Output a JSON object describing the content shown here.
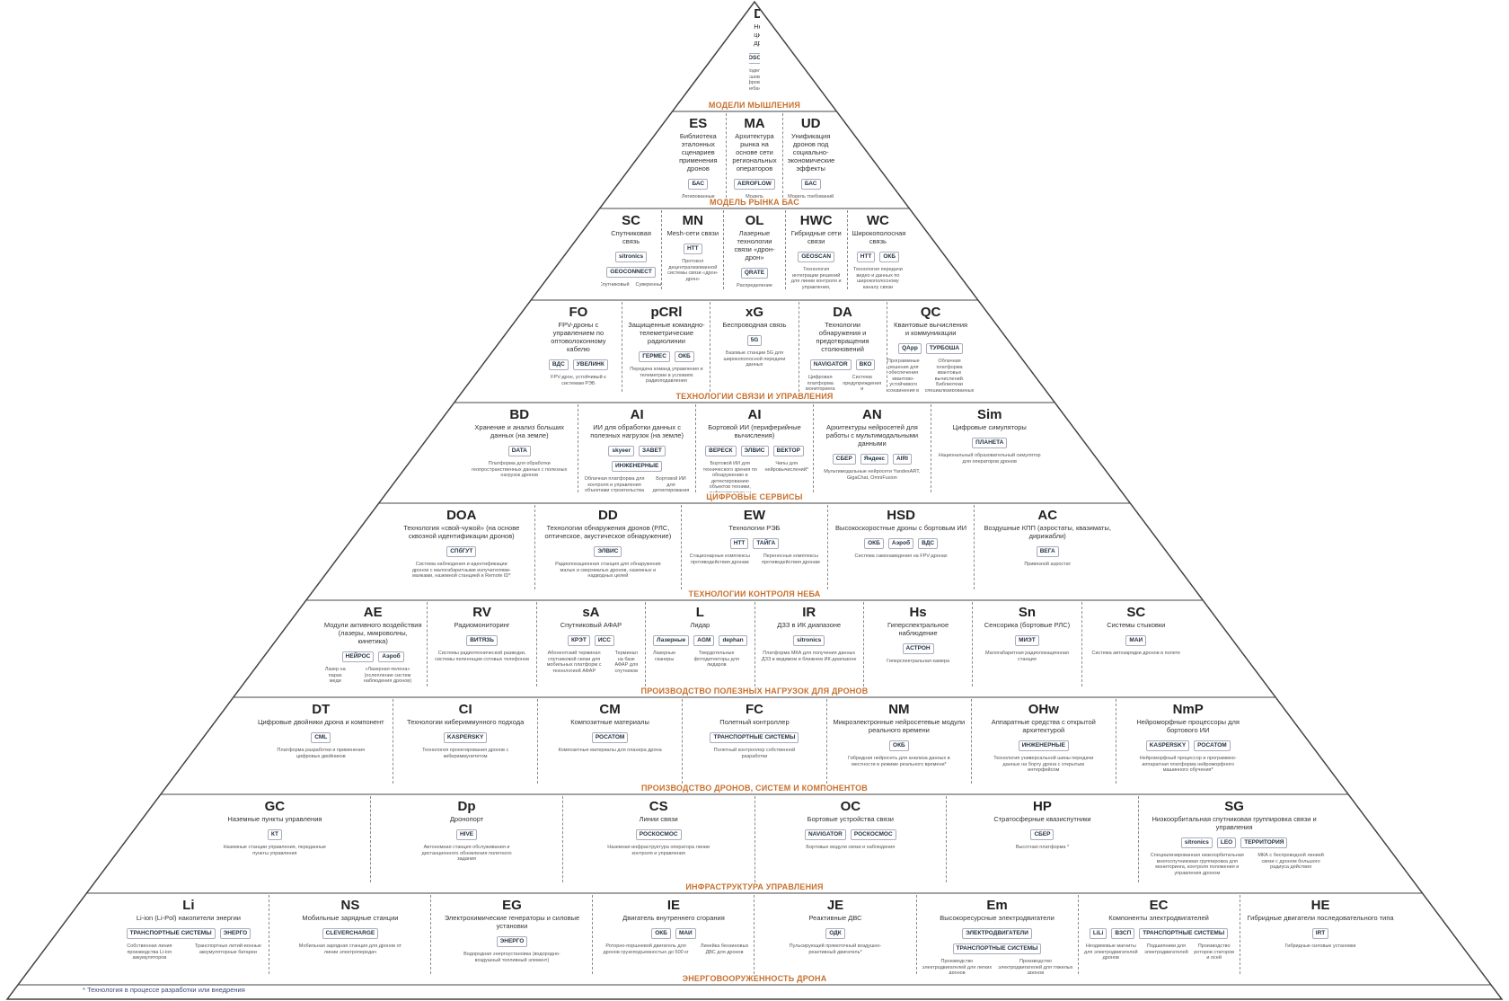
{
  "colors": {
    "outline": "#444444",
    "label": "#c8712e",
    "divider": "#8a8a8a",
    "footnote": "#3a4a7a"
  },
  "tiers": [
    {
      "label": "МОДЕЛИ МЫШЛЕНИЯ",
      "cells": [
        {
          "code": "DS",
          "desc": "Небесная цивилизация дронов",
          "logos": [
            "GEOSCAN"
          ],
          "notes": [
            "Модель «Бесшовного цифрового неба»"
          ]
        }
      ]
    },
    {
      "label": "МОДЕЛЬ РЫНКА БАС",
      "cells": [
        {
          "code": "ES",
          "desc": "Библиотека эталонных сценариев применения дронов",
          "logos": [
            "БАС"
          ],
          "notes": [
            "Легированные протоколы сценариев применения"
          ]
        },
        {
          "code": "MA",
          "desc": "Архитектура рынка на основе сети региональных операторов",
          "logos": [
            "AEROFLOW"
          ],
          "notes": [
            "Модель концессионного генератора для создания инфраструктуры автоматизированных полетов дронов"
          ]
        },
        {
          "code": "UD",
          "desc": "Унификация дронов под социально-экономические эффекты",
          "logos": [
            "БАС"
          ],
          "notes": [
            "Модель требований по унификации базовых компонентов, систем управления и связи"
          ]
        }
      ]
    },
    {
      "label": "",
      "cells": [
        {
          "code": "SC",
          "desc": "Спутниковая связь",
          "logos": [
            "sitronics",
            "GEOCONNECT"
          ],
          "notes": [
            "Спутниковый мониторинг перемещения дронов по технологии АЗН-В",
            "Суверенный протокол связи «РусTT» со спутниками и дронами*"
          ]
        },
        {
          "code": "MN",
          "desc": "Mesh-сети связи",
          "logos": [
            "НТТ"
          ],
          "notes": [
            "Протокол децентрализованной системы связи «дрон-дрон»"
          ]
        },
        {
          "code": "OL",
          "desc": "Лазерные технологии связи «дрон-дрон»",
          "logos": [
            "QRATE"
          ],
          "notes": [
            "Распределение квантовых криптографических ключей в открытом пространстве со спутниками*"
          ]
        },
        {
          "code": "HWC",
          "desc": "Гибридные сети связи",
          "logos": [
            "GEOSCAN"
          ],
          "notes": [
            "Технология интеграции решений для линии контроля и управления, командно-телеметрического канала, полезной нагрузки*"
          ]
        },
        {
          "code": "WC",
          "desc": "Широкополосная связь",
          "logos": [
            "НТТ",
            "ОКБ"
          ],
          "notes": [
            "Технология передачи видео и данных по широкополосному каналу связи"
          ]
        }
      ]
    },
    {
      "label": "ТЕХНОЛОГИИ СВЯЗИ И УПРАВЛЕНИЯ",
      "cells": [
        {
          "code": "FO",
          "desc": "FPV-дроны с управлением по оптоволоконному кабелю",
          "logos": [
            "ВДС",
            "УВЕЛИНК"
          ],
          "notes": [
            "FPV-дрон, устойчивый к системам РЭБ"
          ]
        },
        {
          "code": "pCRl",
          "desc": "Защищенные командно-телеметрические радиолинии",
          "logos": [
            "ГЕРМЕС",
            "ОКБ"
          ],
          "notes": [
            "Передача команд управления и телеметрии в условиях радиоподавления"
          ]
        },
        {
          "code": "xG",
          "desc": "Беспроводная связь",
          "logos": [
            "5G"
          ],
          "notes": [
            "Базовые станции 5G для широкополосной передачи данных"
          ]
        },
        {
          "code": "DA",
          "desc": "Технологии обнаружения и предотвращения столкновений",
          "logos": [
            "NAVIGATOR",
            "ВКО"
          ],
          "notes": [
            "Цифровая платформа мониторинга полета дронов*",
            "Система предупреждения и предотвращения столкновений*"
          ]
        },
        {
          "code": "QC",
          "desc": "Квантовые вычисления и коммуникации",
          "logos": [
            "QApp",
            "ТУРБОША"
          ],
          "notes": [
            "Программные решения для обеспечения квантово-устойчивого соединения в сетях различных топологий*",
            "Облачная платформа квантовых вычислений. Библиотеки специализированных квантовых алгоритмов*"
          ]
        }
      ]
    },
    {
      "label": "ЦИФРОВЫЕ СЕРВИСЫ",
      "cells": [
        {
          "code": "BD",
          "desc": "Хранение и анализ больших данных (на земле)",
          "logos": [
            "DATA"
          ],
          "notes": [
            "Платформа для обработки геопространственных данных с полезных нагрузок дронов"
          ]
        },
        {
          "code": "AI",
          "desc": "ИИ для обработки данных с полезных нагрузок (на земле)",
          "logos": [
            "skyeer",
            "ЗАВЕТ",
            "ИНЖЕНЕРНЫЕ"
          ],
          "notes": [
            "Облачная платформа для контроля и управления объектами строительства и горной добычи на основе геопространственных данных",
            "Бортовой ИИ для детектирования пожаров, разливов нефти и нарушений периметра"
          ]
        },
        {
          "code": "AI",
          "desc": "Бортовой ИИ (периферийные вычисления)",
          "logos": [
            "ВЕРЕСК",
            "ЭЛВИС",
            "ВЕКТОР"
          ],
          "notes": [
            "Бортовой ИИ для технического зрения по обнаружению и детектированию объектов техники, инфраструктуры и сельхозугодий",
            "Чипы для нейровычислений*"
          ]
        },
        {
          "code": "AN",
          "desc": "Архитектуры нейросетей для работы с мультимодальными данными",
          "logos": [
            "СБЕР",
            "Яндекс",
            "AIRI"
          ],
          "notes": [
            "Мультимодальные нейросети YandexART, GigaChat, OmniFusion"
          ]
        },
        {
          "code": "Sim",
          "desc": "Цифровые симуляторы",
          "logos": [
            "ПЛАНЕТА"
          ],
          "notes": [
            "Национальный образовательный симулятор для операторов дронов"
          ]
        }
      ]
    },
    {
      "label": "ТЕХНОЛОГИИ КОНТРОЛЯ НЕБА",
      "cells": [
        {
          "code": "DOA",
          "desc": "Технология «свой-чужой» (на основе сквозной идентификации дронов)",
          "logos": [
            "СПбГУТ"
          ],
          "notes": [
            "Система наблюдения и идентификации дронов с малогабаритными излучателями-маяками, наземной станцией и Remote ID*"
          ]
        },
        {
          "code": "DD",
          "desc": "Технологии обнаружения дронов (РЛС, оптическое, акустическое обнаружение)",
          "logos": [
            "ЭЛВИС"
          ],
          "notes": [
            "Радиолокационная станция для обнаружения малых и сверхмалых дронов, наземных и надводных целей"
          ]
        },
        {
          "code": "EW",
          "desc": "Технологии РЭБ",
          "logos": [
            "НТТ",
            "ТАЙГА"
          ],
          "notes": [
            "Стационарные комплексы противодействия дронам",
            "Переносные комплексы противодействия дронам"
          ]
        },
        {
          "code": "HSD",
          "desc": "Высокоскоростные дроны с бортовым ИИ",
          "logos": [
            "ОКБ",
            "Аэроб",
            "ВДС"
          ],
          "notes": [
            "Система самонаведения на FPV-дронах"
          ]
        },
        {
          "code": "AC",
          "desc": "Воздушные КПП (аэростаты, квазиматы, дирижабли)",
          "logos": [
            "ВЕГА"
          ],
          "notes": [
            "Привязной аэростат"
          ]
        }
      ]
    },
    {
      "label": "ПРОИЗВОДСТВО ПОЛЕЗНЫХ НАГРУЗОК ДЛЯ ДРОНОВ",
      "cells": [
        {
          "code": "AE",
          "desc": "Модули активного воздействия (лазеры, микроволны, кинетика)",
          "logos": [
            "НЕЙРОС",
            "Аэроб"
          ],
          "notes": [
            "Лазер на парах меди",
            "«Лазерная пелена» (ослепление систем наблюдения дронов)"
          ]
        },
        {
          "code": "RV",
          "desc": "Радиомониторинг",
          "logos": [
            "ВИТЯЗЬ"
          ],
          "notes": [
            "Системы радиотехнической разведки, системы пеленгации сотовых телефонов"
          ]
        },
        {
          "code": "sA",
          "desc": "Спутниковый АФАР",
          "logos": [
            "КРЭТ",
            "ИСС"
          ],
          "notes": [
            "Абонентский терминал спутниковой связи для мобильных платформ с технологией АФАР",
            "Терминал на базе АФАР для спутников"
          ]
        },
        {
          "code": "L",
          "desc": "Лидар",
          "logos": [
            "Лазерные",
            "AGM",
            "dephan"
          ],
          "notes": [
            "Лазерные сканеры",
            "Твердотельные фотодетекторы для лидаров"
          ]
        },
        {
          "code": "IR",
          "desc": "ДЗЗ в ИК диапазоне",
          "logos": [
            "sitronics"
          ],
          "notes": [
            "Платформа МКА для получения данных ДЗЗ в видимом и ближнем ИК-диапазоне"
          ]
        },
        {
          "code": "Hs",
          "desc": "Гиперспектральное наблюдение",
          "logos": [
            "АСТРОН"
          ],
          "notes": [
            "Гиперспектральная камера"
          ]
        },
        {
          "code": "Sn",
          "desc": "Сенсорика (бортовые РЛС)",
          "logos": [
            "МИЭТ"
          ],
          "notes": [
            "Малогабаритная радиолокационная станция"
          ]
        },
        {
          "code": "SC",
          "desc": "Системы стыковки",
          "logos": [
            "МАИ"
          ],
          "notes": [
            "Система автозарядки дронов в полете"
          ]
        }
      ]
    },
    {
      "label": "ПРОИЗВОДСТВО ДРОНОВ, СИСТЕМ И КОМПОНЕНТОВ",
      "cells": [
        {
          "code": "DT",
          "desc": "Цифровые двойники дрона и компонент",
          "logos": [
            "CML"
          ],
          "notes": [
            "Платформа разработки и применения цифровых двойников"
          ]
        },
        {
          "code": "CI",
          "desc": "Технологии кибериммунного подхода",
          "logos": [
            "KASPERSKY"
          ],
          "notes": [
            "Технология проектирования дронов с кибериммунитетом"
          ]
        },
        {
          "code": "CM",
          "desc": "Композитные материалы",
          "logos": [
            "РОСАТОМ"
          ],
          "notes": [
            "Композитные материалы для планера дрона"
          ]
        },
        {
          "code": "FC",
          "desc": "Полетный контроллер",
          "logos": [
            "ТРАНСПОРТНЫЕ СИСТЕМЫ"
          ],
          "notes": [
            "Полетный контроллер собственной разработки"
          ]
        },
        {
          "code": "NM",
          "desc": "Микроэлектронные нейросетевые модули реального времени",
          "logos": [
            "ОКБ"
          ],
          "notes": [
            "Гибридная нейросеть для анализа данных в местности в режиме реального времени*"
          ]
        },
        {
          "code": "OHw",
          "desc": "Аппаратные средства с открытой архитектурой",
          "logos": [
            "ИНЖЕНЕРНЫЕ"
          ],
          "notes": [
            "Технология универсальной шины передачи данных на борту дрона с открытым интерфейсом"
          ]
        },
        {
          "code": "NmP",
          "desc": "Нейроморфные процессоры для бортового ИИ",
          "logos": [
            "KASPERSKY",
            "РОСАТОМ"
          ],
          "notes": [
            "Нейроморфный процессор и программно-аппаратная платформа нейроморфного машинного обучения*"
          ]
        }
      ]
    },
    {
      "label": "ИНФРАСТРУКТУРА УПРАВЛЕНИЯ",
      "cells": [
        {
          "code": "GC",
          "desc": "Наземные пункты управления",
          "logos": [
            "КТ"
          ],
          "notes": [
            "Наземные станции управления, переданные пункты управления"
          ]
        },
        {
          "code": "Dp",
          "desc": "Дронопорт",
          "logos": [
            "HIVE"
          ],
          "notes": [
            "Автономная станция обслуживания и дистанционного обновления полетного задания"
          ]
        },
        {
          "code": "CS",
          "desc": "Линии связи",
          "logos": [
            "РОСКОСМОС"
          ],
          "notes": [
            "Наземная инфраструктура оператора линии контроля и управления"
          ]
        },
        {
          "code": "OC",
          "desc": "Бортовые устройства связи",
          "logos": [
            "NAVIGATOR",
            "РОСКОСМОС"
          ],
          "notes": [
            "Бортовые модули связи и наблюдения"
          ]
        },
        {
          "code": "HP",
          "desc": "Стратосферные квазиспутники",
          "logos": [
            "СБЕР"
          ],
          "notes": [
            "Высотная платформа *"
          ]
        },
        {
          "code": "SG",
          "desc": "Низкоорбитальная спутниковая группировка связи и управления",
          "logos": [
            "sitronics",
            "LEO",
            "ТЕРРИТОРИЯ"
          ],
          "notes": [
            "Специализированная низкоорбитальная многоспутниковая группировка для мониторинга, контроля положения и управления дроном",
            "МКА с беспроводной линией связи с дроном большого радиуса действия"
          ]
        }
      ]
    },
    {
      "label": "ЭНЕРГОВООРУЖЕННОСТЬ ДРОНА",
      "cells": [
        {
          "code": "Li",
          "desc": "Li-ion (Li-Pol) накопители энергии",
          "logos": [
            "ТРАНСПОРТНЫЕ СИСТЕМЫ",
            "ЭНЕРГО"
          ],
          "notes": [
            "Собственная линия производства Li-ion аккумуляторов",
            "Транспортные литий-ионные аккумуляторные батареи"
          ]
        },
        {
          "code": "NS",
          "desc": "Мобильные зарядные станции",
          "logos": [
            "CLEVERCHARGE"
          ],
          "notes": [
            "Мобильная зарядная станция для дронов от линии электропередач"
          ]
        },
        {
          "code": "EG",
          "desc": "Электрохимические генераторы и силовые установки",
          "logos": [
            "ЭНЕРГО"
          ],
          "notes": [
            "Водородная энергоустановка (водородно-воздушный топливный элемент)"
          ]
        },
        {
          "code": "IE",
          "desc": "Двигатель внутреннего сгорания",
          "logos": [
            "ОКБ",
            "МАИ"
          ],
          "notes": [
            "Роторно-поршневой двигатель для дронов грузоподъемностью до 500 кг",
            "Линейка бензиновых ДВС для дронов"
          ]
        },
        {
          "code": "JE",
          "desc": "Реактивные ДВС",
          "logos": [
            "ОДК"
          ],
          "notes": [
            "Пульсирующий прямоточный воздушно-реактивный двигатель*"
          ]
        },
        {
          "code": "Em",
          "desc": "Высокоресурсные электродвигатели",
          "logos": [
            "ЭЛЕКТРОДВИГАТЕЛИ",
            "ТРАНСПОРТНЫЕ СИСТЕМЫ"
          ],
          "notes": [
            "Производство электродвигателей для легких дронов",
            "Производство электродвигателей для тяжелых дронов"
          ]
        },
        {
          "code": "EC",
          "desc": "Компоненты электродвигателей",
          "logos": [
            "LiLi",
            "ВЗСП",
            "ТРАНСПОРТНЫЕ СИСТЕМЫ"
          ],
          "notes": [
            "Неодимовые магниты для электродвигателей дронов",
            "Подшипники для электродвигателей",
            "Производство роторов статоров и осей"
          ]
        },
        {
          "code": "HE",
          "desc": "Гибридные двигатели последовательного типа",
          "logos": [
            "IRT"
          ],
          "notes": [
            "Гибридные силовые установки"
          ]
        }
      ]
    }
  ],
  "footnote": "* Технология в процессе разработки или внедрения"
}
